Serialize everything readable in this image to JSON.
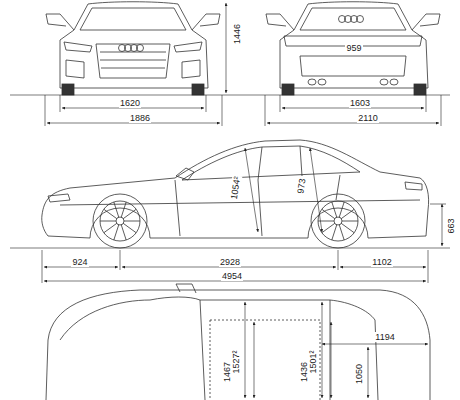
{
  "diagram": {
    "labels": [
      "1446",
      "1620",
      "1886",
      "959",
      "1603",
      "2110",
      "1054²",
      "973",
      "663",
      "924",
      "2928",
      "1102",
      "4954",
      "1527²",
      "1467",
      "1501²",
      "1436",
      "1194",
      "1050"
    ]
  }
}
